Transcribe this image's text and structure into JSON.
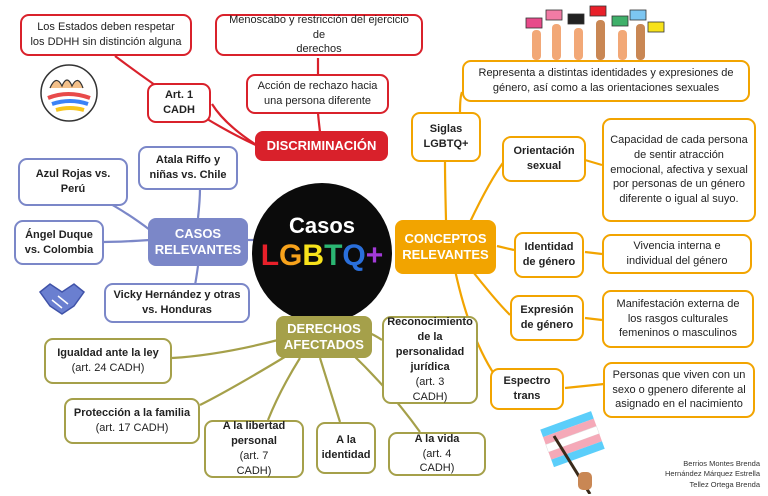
{
  "center": {
    "title": "Casos",
    "letters": [
      "L",
      "G",
      "B",
      "T",
      "Q",
      "+"
    ],
    "letter_colors": [
      "#e8202a",
      "#f7a21b",
      "#f7e21b",
      "#2bb673",
      "#2a6fdb",
      "#a23ad8"
    ]
  },
  "discriminacion": {
    "hub": "DISCRIMINACIÓN",
    "art": "Art. 1\nCADH",
    "ddhh": "Los Estados deben respetar\nlos DDHH sin distinción alguna",
    "menoscabo": "Menoscabo y restricción del ejercicio de\nderechos",
    "accion": "Acción de rechazo hacia\nuna persona diferente"
  },
  "casos": {
    "hub": "CASOS\nRELEVANTES",
    "azul": "Azul Rojas vs.\nPerú",
    "atala": "Atala Riffo y\nniñas vs. Chile",
    "angel": "Ángel Duque\nvs. Colombia",
    "vicky": "Vicky Hernández y otras\nvs. Honduras"
  },
  "conceptos": {
    "hub": "CONCEPTOS\nRELEVANTES",
    "siglas": "Siglas\nLGBTQ+",
    "siglas_def": "Representa a distintas identidades y expresiones de\ngénero, así como a las orientaciones sexuales",
    "orientacion": "Orientación\nsexual",
    "orientacion_def": "Capacidad de cada persona\nde sentir atracción\nemocional, afectiva y sexual\npor personas de un género\ndiferente o igual al suyo.",
    "identidad": "Identidad\nde género",
    "identidad_def": "Vivencia interna e\nindividual del género",
    "expresion": "Expresión\nde género",
    "expresion_def": "Manifestación externa de\nlos rasgos culturales\nfemeninos o masculinos",
    "espectro": "Espectro\ntrans",
    "espectro_def": "Personas que viven con un\nsexo o gpenero diferente al\nasignado en el nacimiento"
  },
  "derechos": {
    "hub": "DERECHOS\nAFECTADOS",
    "igualdad_b": "Igualdad  ante la ley",
    "igualdad": "(art. 24 CADH)",
    "reconocimiento_b": "Reconocimiento\nde la\npersonalidad\njurídica",
    "reconocimiento": " (art. 3\nCADH)",
    "familia_b": "Protección a la familia",
    "familia": "(art. 17 CADH)",
    "libertad_b": "A la libertad\npersonal",
    "libertad": " (art. 7\nCADH)",
    "identidad_b": "A la\nidentidad",
    "vida_b": "A la vida",
    "vida": " (art. 4\nCADH)"
  },
  "credits": [
    "Berrios Montes Brenda",
    "Hernández Márquez Estrella",
    "Tellez Ortega Brenda"
  ],
  "colors": {
    "red": "#d9212b",
    "orange": "#f2a400",
    "blue": "#7b87c8",
    "olive": "#a5a04a"
  }
}
